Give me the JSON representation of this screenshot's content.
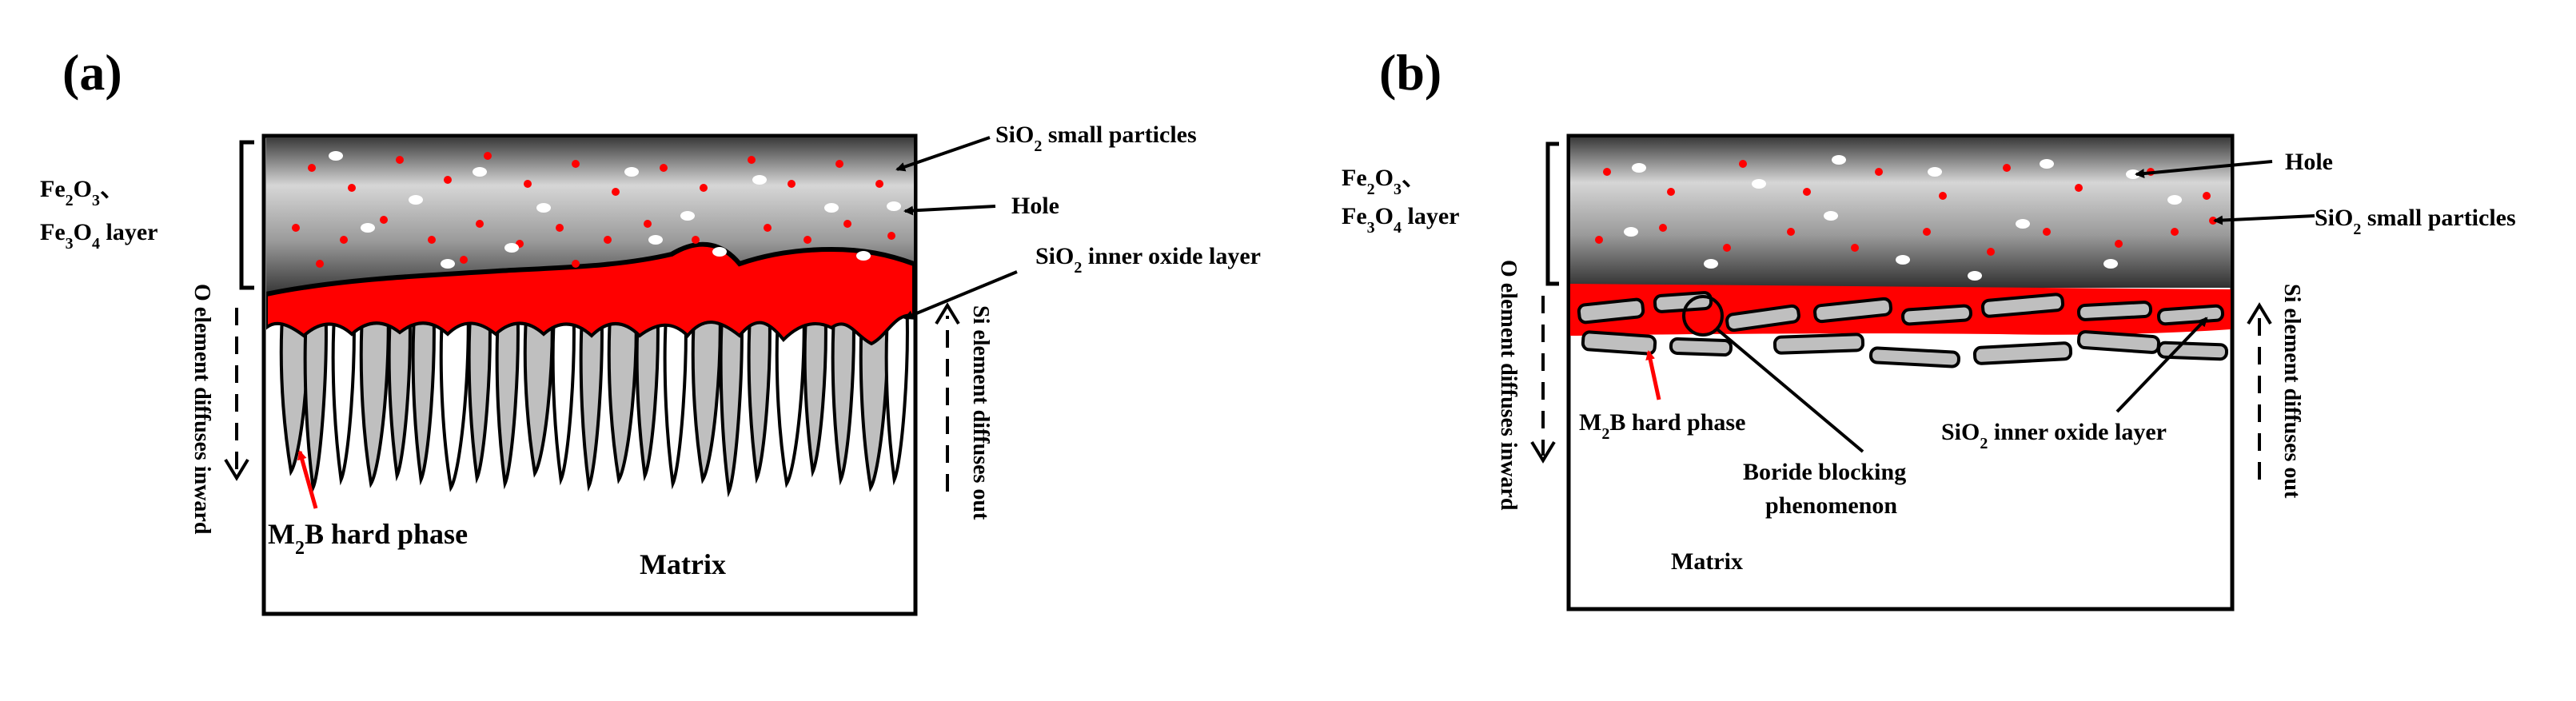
{
  "colors": {
    "oxide_red": "#ff0000",
    "boride_gray": "#bfbfbf",
    "outline": "#000000",
    "gradient_top": "#d9d9d9",
    "gradient_bottom": "#404040",
    "particle_red": "#ff0000",
    "hole_white": "#ffffff"
  },
  "panel_a": {
    "letter": "(a)",
    "sio2_particles": {
      "pre": "SiO",
      "sub": "2",
      "post": " small particles"
    },
    "hole": "Hole",
    "sio2_inner": {
      "pre": "SiO",
      "sub": "2",
      "post": " inner oxide layer"
    },
    "fe_line1": {
      "pre": "Fe",
      "sub1": "2",
      "mid": "O",
      "sub2": "3",
      "post": "、"
    },
    "fe_line2": {
      "pre": "Fe",
      "sub1": "3",
      "mid": "O",
      "sub2": "4",
      "post": " layer"
    },
    "o_diffuses": "O element diffuses inward",
    "si_diffuses": "Si element diffuses out",
    "m2b": {
      "pre": "M",
      "sub": "2",
      "post": "B hard phase"
    },
    "matrix": "Matrix"
  },
  "panel_b": {
    "letter": "(b)",
    "hole": "Hole",
    "sio2_particles": {
      "pre": "SiO",
      "sub": "2",
      "post": " small particles"
    },
    "fe_line1": {
      "pre": "Fe",
      "sub1": "2",
      "mid": "O",
      "sub2": "3",
      "post": "、"
    },
    "fe_line2": {
      "pre": "Fe",
      "sub1": "3",
      "mid": "O",
      "sub2": "4",
      "post": " layer"
    },
    "o_diffuses": "O element diffuses inward",
    "si_diffuses": "Si element diffuses out",
    "m2b": {
      "pre": "M",
      "sub": "2",
      "post": "B hard phase"
    },
    "sio2_inner": {
      "pre": "SiO",
      "sub": "2",
      "post": " inner oxide layer"
    },
    "boride_line1": "Boride blocking",
    "boride_line2": "phenomenon",
    "matrix": "Matrix"
  }
}
